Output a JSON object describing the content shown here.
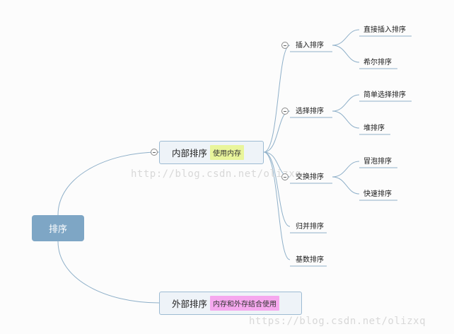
{
  "root": {
    "label": "排序"
  },
  "internal": {
    "label": "内部排序",
    "tag": "使用内存",
    "children": [
      {
        "label": "插入排序",
        "children": [
          "直接插入排序",
          "希尔排序"
        ]
      },
      {
        "label": "选择排序",
        "children": [
          "简单选择排序",
          "堆排序"
        ]
      },
      {
        "label": "交换排序",
        "children": [
          "冒泡排序",
          "快速排序"
        ]
      },
      {
        "label": "归并排序"
      },
      {
        "label": "基数排序"
      }
    ]
  },
  "external": {
    "label": "外部排序",
    "tag": "内存和外存结合使用"
  },
  "watermarks": {
    "center": "http://blog.csdn.net/olizxq",
    "corner": "https://blog.csdn.net/olizxq"
  },
  "colors": {
    "root_fill": "#7ea6c5",
    "connector": "#8fb0c9",
    "internal_tag": "#e9f59b",
    "external_tag": "#f6a8ee"
  }
}
